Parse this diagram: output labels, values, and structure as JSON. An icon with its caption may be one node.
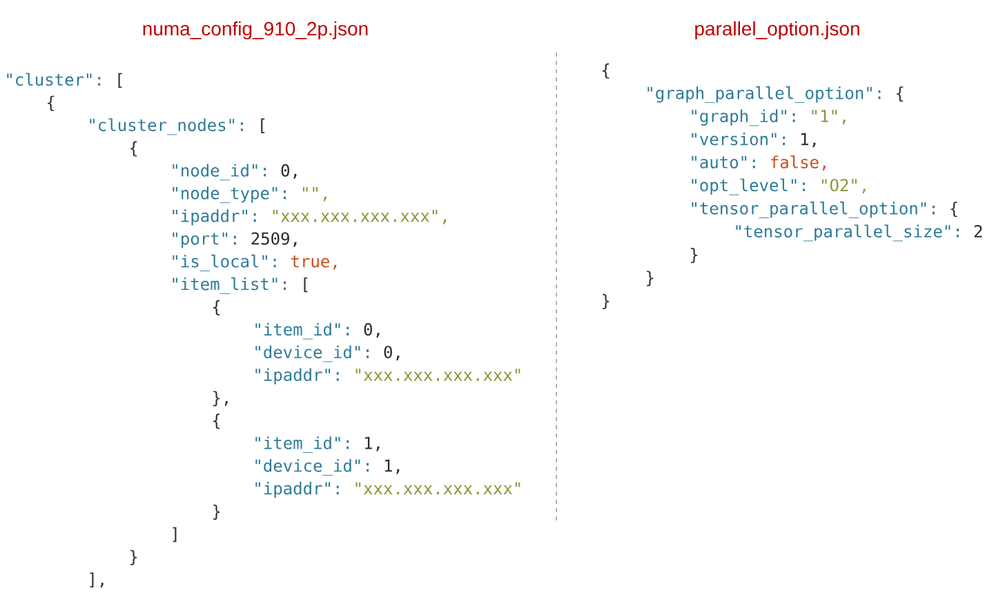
{
  "diagram": {
    "labels": [
      "numa_config_910_2p.json",
      "\"cluster\":",
      "[",
      "{",
      "\"cluster_nodes\":",
      "[",
      "{",
      "\"node_id\":",
      "0,",
      "\"node_type\":",
      "\"\",",
      "\"ipaddr\":",
      "\"xxx.xxx.xxx.xxx\",",
      "\"port\":",
      "2509,",
      "\"is_local\":",
      "true,",
      "\"item_list\":",
      "[",
      "{",
      "\"item_id\":",
      "0,",
      "\"device_id\":",
      "0,",
      "\"ipaddr\":",
      "\"xxx.xxx.xxx.xxx\"",
      "},",
      "{",
      "\"item_id\":",
      "1,",
      "\"device_id\":",
      "1,",
      "\"ipaddr\":",
      "\"xxx.xxx.xxx.xxx\"",
      "}",
      "]",
      "}",
      "],",
      "parallel_option.json",
      "{",
      "\"graph_parallel_option\":",
      "{",
      "\"graph_id\":",
      "\"1\",",
      "\"version\":",
      "1,",
      "\"auto\":",
      "false,",
      "\"opt_level\":",
      "\"O2\",",
      "\"tensor_parallel_option\":",
      "{",
      "\"tensor_parallel_size\":",
      "2",
      "}",
      "}",
      "}"
    ]
  }
}
